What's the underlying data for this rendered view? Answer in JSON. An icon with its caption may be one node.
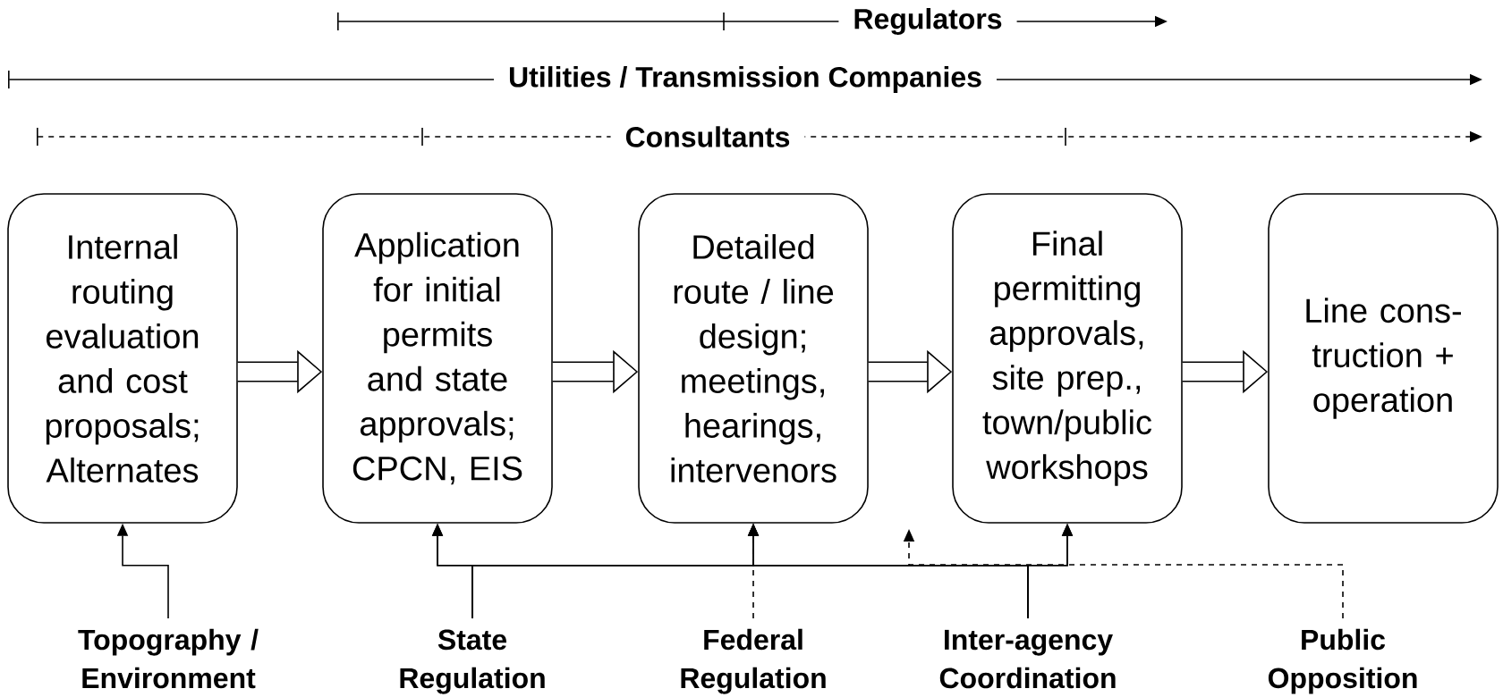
{
  "diagram": {
    "nodes": [
      {
        "text": [
          "Internal routing evaluation and cost proposals; Alternates"
        ]
      },
      {
        "text": [
          "Application for initial permits and state approvals; CPCN, EIS"
        ]
      },
      {
        "text": [
          "Detailed route / line design; meetings, hearings, intervenors"
        ]
      },
      {
        "text": [
          "Final permitting approvals, site prep., town/public workshops"
        ]
      },
      {
        "text": [
          "Line cons-truction + operation"
        ]
      },
      {
        "text": [
          "Topography / Environment"
        ]
      },
      {
        "text": [
          "State Regulation"
        ]
      },
      {
        "text": [
          "Federal Regulation"
        ]
      },
      {
        "text": [
          "Inter-agency Coordination"
        ]
      },
      {
        "text": [
          "Public Opposition"
        ]
      }
    ],
    "edges": [
      {
        "from": 0,
        "to": 1,
        "arrow": "to",
        "style": "thick"
      },
      {
        "from": 1,
        "to": 2,
        "arrow": "to",
        "style": "thick"
      },
      {
        "from": 2,
        "to": 3,
        "arrow": "to",
        "style": "thick"
      },
      {
        "from": 3,
        "to": 4,
        "arrow": "to",
        "style": "thick"
      },
      {
        "from": 5,
        "to": 0,
        "arrow": "to"
      },
      {
        "from": 6,
        "to": 1,
        "arrow": "to"
      },
      {
        "from": 6,
        "to": 2,
        "arrow": "to"
      },
      {
        "from": 6,
        "to": 3,
        "arrow": "to"
      },
      {
        "from": 8,
        "to": 1,
        "arrow": "to"
      },
      {
        "from": 8,
        "to": 2,
        "arrow": "to"
      },
      {
        "from": 8,
        "to": 3,
        "arrow": "to"
      },
      {
        "from": 7,
        "to": 2,
        "arrow": "to",
        "style": "dashed"
      },
      {
        "from": 9,
        "to": null,
        "arrow": "to",
        "style": "dashed"
      }
    ],
    "labels": [
      "Regulators",
      "Utilities / Transmission Companies",
      "Consultants"
    ]
  }
}
